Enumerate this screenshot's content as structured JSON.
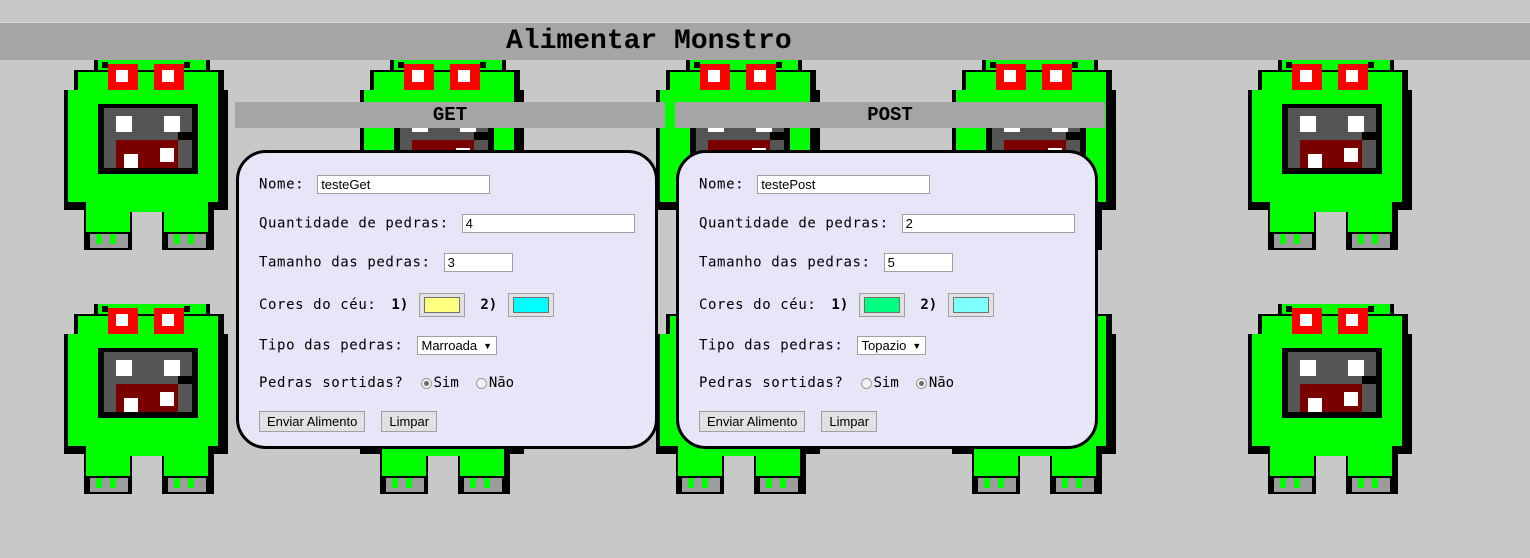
{
  "page": {
    "title": "Alimentar Monstro"
  },
  "colors": {
    "monster_green": "#00ff00",
    "eye_red": "#ff0000",
    "mouth_red": "#7a0000",
    "panel_bg": "#e6e6f8",
    "header_gray": "#a5a5a5"
  },
  "monster_icon": "green-monster-sprite",
  "labels": {
    "nome": "Nome:",
    "quantidade": "Quantidade de pedras:",
    "tamanho": "Tamanho das pedras:",
    "cores": "Cores do céu:",
    "cor1": "1)",
    "cor2": "2)",
    "tipo": "Tipo das pedras:",
    "sortidas": "Pedras sortidas?",
    "sim": "Sim",
    "nao": "Não"
  },
  "get": {
    "header": "GET",
    "nome": "testeGet",
    "quantidade": "4",
    "tamanho": "3",
    "cor1": "#ffff80",
    "cor2": "#00ffff",
    "tipo": "Marroada",
    "sortidas": "Sim",
    "submit": "Enviar Alimento",
    "reset": "Limpar"
  },
  "post": {
    "header": "POST",
    "nome": "testePost",
    "quantidade": "2",
    "tamanho": "5",
    "cor1": "#00ff80",
    "cor2": "#80ffff",
    "tipo": "Topazio",
    "sortidas": "Não",
    "submit": "Enviar Alimento",
    "reset": "Limpar"
  }
}
